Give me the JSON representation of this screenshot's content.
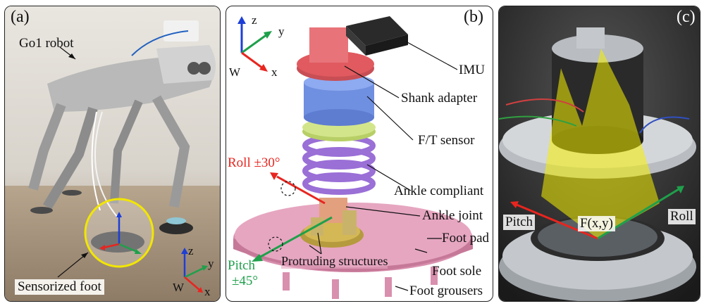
{
  "panel_a": {
    "label": "(a)",
    "robot_label": "Go1 robot",
    "foot_label": "Sensorized foot",
    "axes": {
      "z": "z",
      "y": "y",
      "x": "x",
      "origin": "W"
    }
  },
  "panel_b": {
    "label": "(b)",
    "axes": {
      "z": "z",
      "y": "y",
      "x": "x",
      "origin": "W"
    },
    "roll_label": "Roll ±30°",
    "pitch_label": "Pitch",
    "pitch_range": "±45°",
    "protruding_label": "Protruding structures",
    "callouts": {
      "imu": "IMU",
      "shank": "Shank adapter",
      "ft": "F/T sensor",
      "ankle_compliant": "Ankle compliant",
      "ankle_joint": "Ankle joint",
      "foot_pad": "Foot pad",
      "foot_sole": "Foot sole",
      "grousers": "Foot grousers"
    }
  },
  "panel_c": {
    "label": "(c)",
    "pitch": "Pitch",
    "roll": "Roll",
    "force": "F(x,y)"
  },
  "colors": {
    "x_axis": "#e8251f",
    "y_axis": "#1fa04b",
    "z_axis": "#1d3fd6",
    "highlight_circle": "#f2e600",
    "shank_adapter": "#e05a5f",
    "ft_sensor": "#6f8fe0",
    "spring": "#9a6fd6",
    "foot_pad": "#e6a6c0",
    "projection": "#f5f000"
  }
}
